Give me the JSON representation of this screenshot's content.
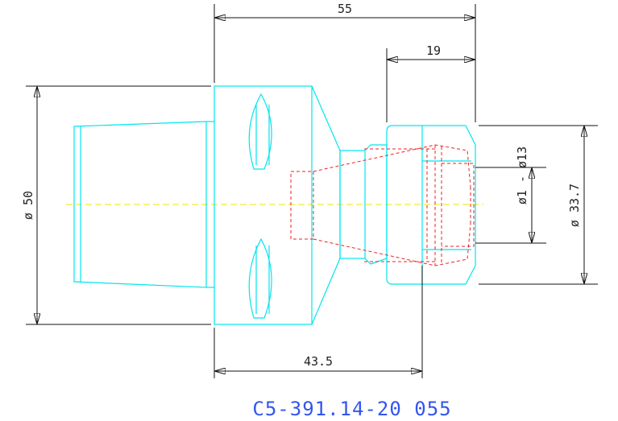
{
  "drawing": {
    "part_number": "C5-391.14-20 055",
    "dimensions": {
      "overall_length": "55",
      "nut_length": "19",
      "gauge_length": "43.5",
      "diameter_flange": "ø 50",
      "diameter_nut": "ø 33.7",
      "clamping_range": "ø1 - ø13"
    },
    "colors": {
      "outline": "#00e5ee",
      "hidden": "#ee2222",
      "centerline": "#f2e600",
      "dimension": "#111111",
      "title": "#3355ee"
    }
  }
}
